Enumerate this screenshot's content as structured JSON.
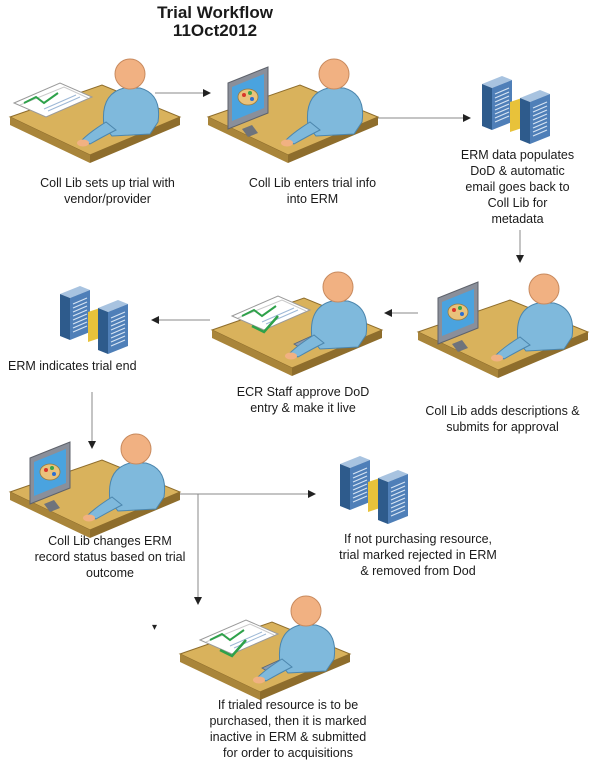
{
  "title": {
    "line1": "Trial Workflow",
    "line2": "11Oct2012"
  },
  "colors": {
    "desk": "#d9b25c",
    "desk_dark": "#a9853a",
    "shirt": "#7fb9dc",
    "shirt_dark": "#4c86ad",
    "skin": "#f1b182",
    "monitor": "#8a8f9a",
    "screen": "#4aa3df",
    "server": "#4f7fb8",
    "server_dark": "#2e5b8c",
    "arrow": "#888888"
  },
  "steps": [
    {
      "id": "step1",
      "icon": "person-with-documents",
      "caption": [
        "Coll Lib sets up trial with",
        "vendor/provider"
      ]
    },
    {
      "id": "step2",
      "icon": "person-at-computer",
      "caption": [
        "Coll Lib enters trial info",
        "into ERM"
      ]
    },
    {
      "id": "step3",
      "icon": "server-icon",
      "caption": [
        "ERM data populates",
        "DoD & automatic",
        "email goes back to",
        "Coll Lib for",
        "metadata"
      ]
    },
    {
      "id": "step4",
      "icon": "person-at-computer",
      "caption": [
        "Coll Lib adds descriptions &",
        "submits for approval"
      ]
    },
    {
      "id": "step5",
      "icon": "person-approving-documents",
      "caption": [
        "ECR Staff approve DoD",
        "entry & make it live"
      ]
    },
    {
      "id": "step6",
      "icon": "server-icon",
      "caption": [
        "ERM indicates trial end"
      ]
    },
    {
      "id": "step7",
      "icon": "person-at-computer",
      "caption": [
        "Coll Lib changes ERM",
        "record status based on trial",
        "outcome"
      ]
    },
    {
      "id": "step8",
      "icon": "server-icon",
      "caption": [
        "If not purchasing resource,",
        "trial marked rejected in ERM",
        "& removed from Dod"
      ]
    },
    {
      "id": "step9",
      "icon": "person-approving-documents",
      "caption": [
        "If trialed resource is to be",
        "purchased, then it is marked",
        "inactive in ERM & submitted",
        "for order to acquisitions"
      ]
    }
  ]
}
